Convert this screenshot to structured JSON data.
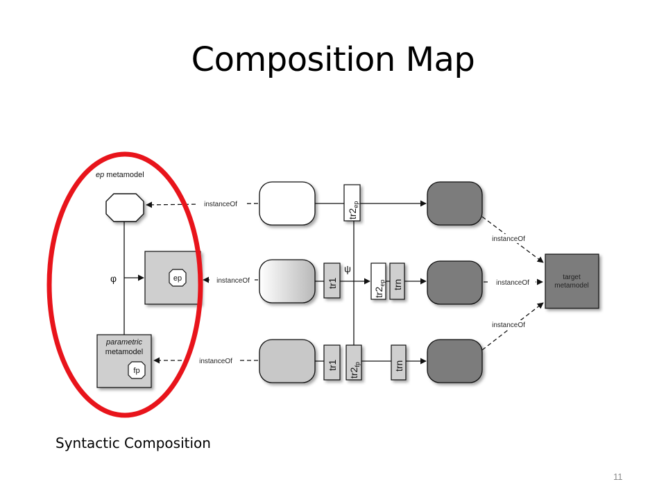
{
  "slide": {
    "title": "Composition Map",
    "caption": "Syntactic Composition",
    "page_number": "11"
  },
  "diagram": {
    "ep_metamodel_label_italic": "ep",
    "ep_metamodel_label_rest": " metamodel",
    "phi": "φ",
    "psi": "ψ",
    "ep": "ep",
    "fp": "fp",
    "parametric": "parametric",
    "metamodel": "metamodel",
    "instanceOf": "instanceOf",
    "target_line1": "target",
    "target_line2": "metamodel",
    "tr1": "tr1",
    "tr2": "tr2",
    "trn": "trn",
    "ep_sub": "ep",
    "fp_sub": "fp"
  },
  "annotation": {
    "highlight_color": "#e8141b"
  }
}
